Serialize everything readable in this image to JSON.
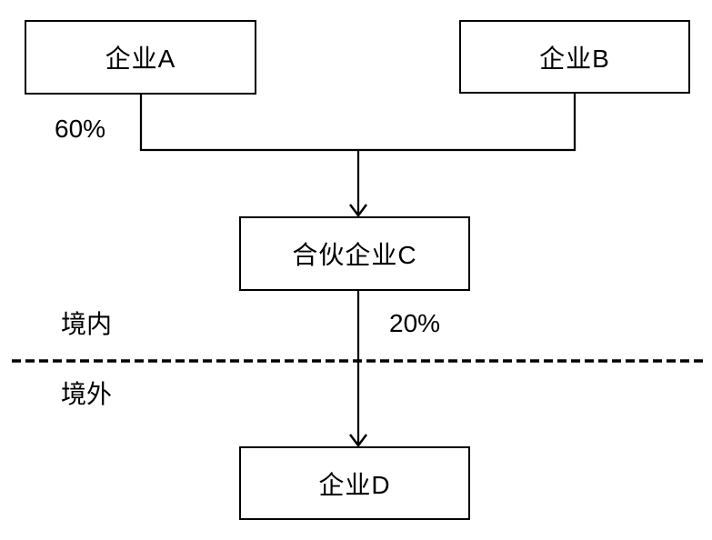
{
  "diagram": {
    "title": "equity-structure-diagram",
    "nodes": [
      {
        "id": "A",
        "label": "企业A"
      },
      {
        "id": "B",
        "label": "企业B"
      },
      {
        "id": "C",
        "label": "合伙企业C"
      },
      {
        "id": "D",
        "label": "企业D"
      }
    ],
    "edge_labels": {
      "a_b_to_c": "60%",
      "c_to_d": "20%"
    },
    "region_labels": {
      "domestic": "境内",
      "overseas": "境外"
    },
    "colors": {
      "line": "#000000",
      "text": "#000000",
      "background": "#ffffff"
    }
  }
}
